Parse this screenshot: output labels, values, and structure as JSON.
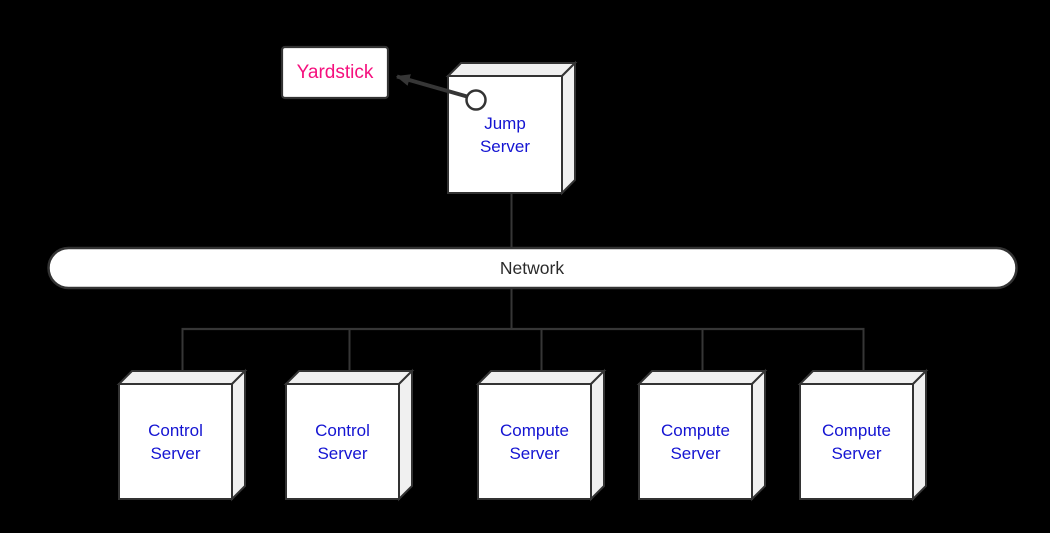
{
  "diagram": {
    "yardstick": {
      "label": "Yardstick"
    },
    "jump_server": {
      "label": "Jump Server"
    },
    "network": {
      "label": "Network"
    },
    "servers": [
      {
        "label": "Control Server"
      },
      {
        "label": "Control Server"
      },
      {
        "label": "Compute Server"
      },
      {
        "label": "Compute Server"
      },
      {
        "label": "Compute Server"
      }
    ]
  },
  "colors": {
    "background": "#000000",
    "line": "#363636",
    "box_border": "#333333",
    "box_front_fill": "#ffffff",
    "box_face_fill": "#f0f0f0",
    "network_fill": "#ffffff",
    "server_label_blue": "#1414d2",
    "yardstick_pink": "#f5107e",
    "network_text": "#2b2b2b"
  }
}
